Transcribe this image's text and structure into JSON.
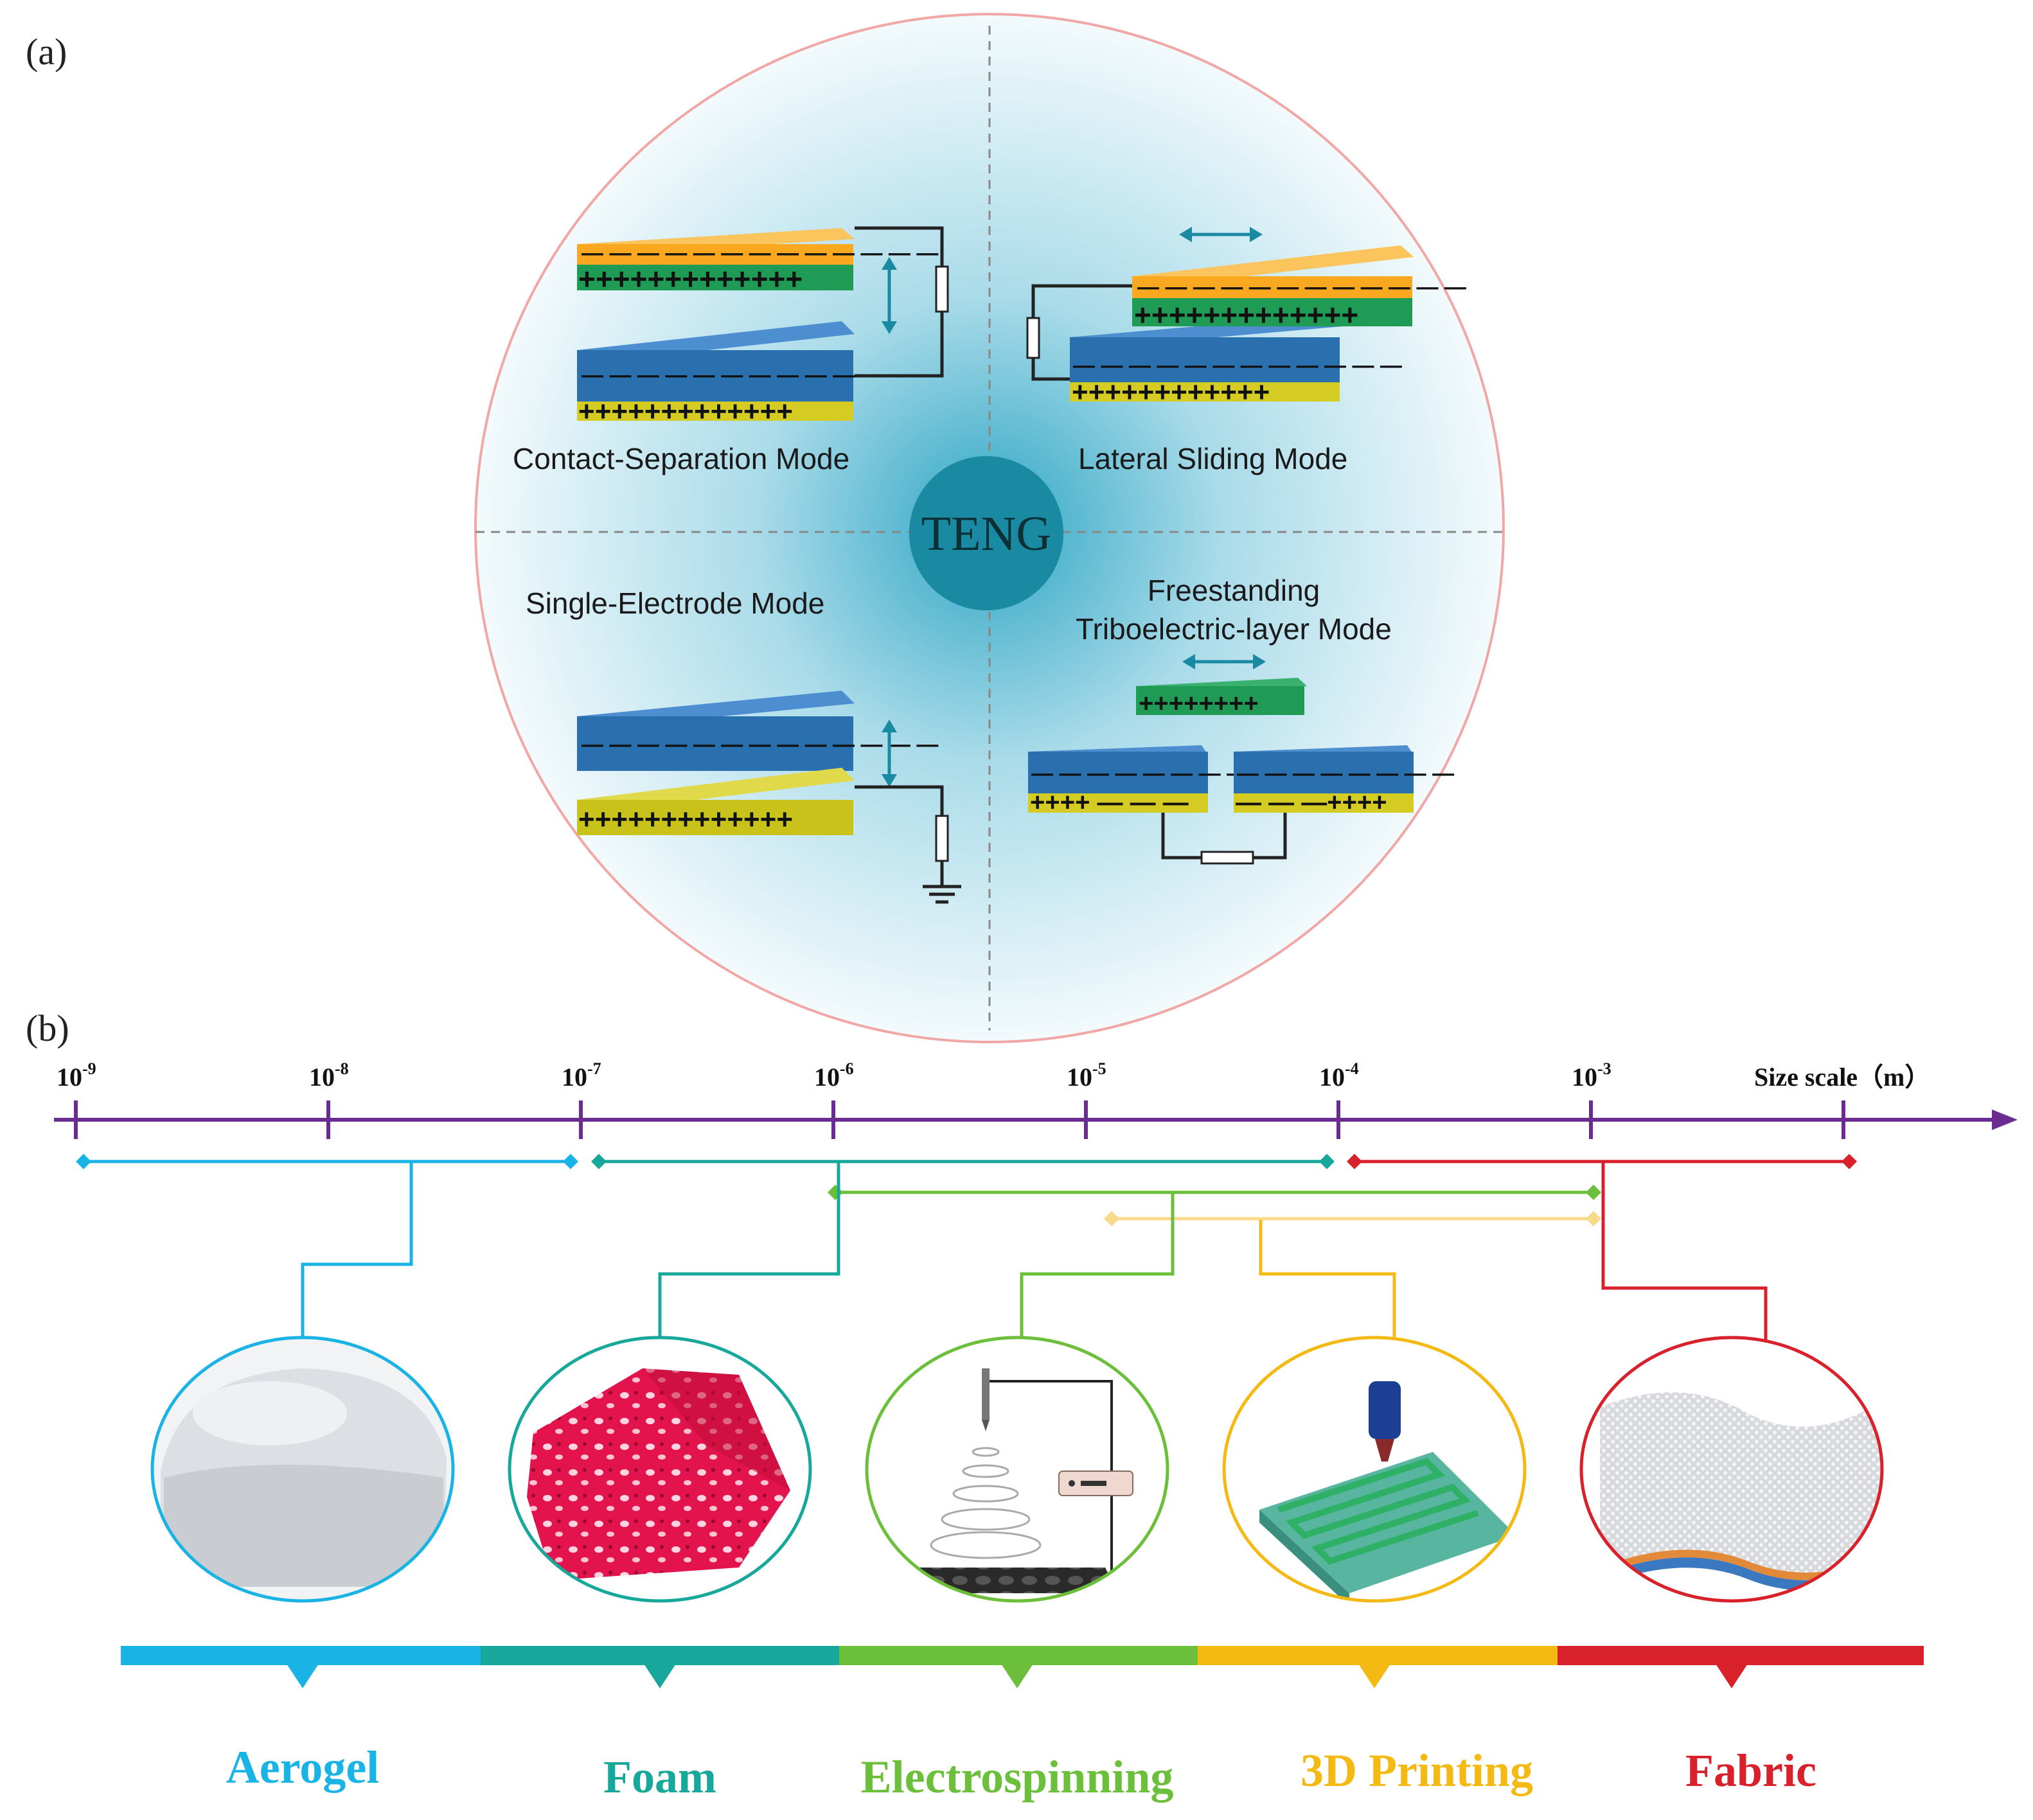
{
  "panel_a": {
    "label": "(a)",
    "center": "TENG",
    "modes": {
      "contact_separation": "Contact-Separation Mode",
      "lateral_sliding": "Lateral Sliding Mode",
      "single_electrode": "Single-Electrode Mode",
      "freestanding_line1": "Freestanding",
      "freestanding_line2": "Triboelectric-layer Mode"
    },
    "colors": {
      "orange": "#f9a81f",
      "green": "#1f9b56",
      "blue": "#2a6fae",
      "yellow": "#c8c21a",
      "teal": "#21899e",
      "circle_border": "#f2a7a7"
    }
  },
  "panel_b": {
    "label": "(b)",
    "axis_title": "Size scale（m）",
    "axis_exponents": [
      -9,
      -8,
      -7,
      -6,
      -5,
      -4,
      -3
    ],
    "technologies": [
      {
        "name": "Aerogel",
        "color": "#1ab3e6",
        "range": [
          -9,
          -7
        ]
      },
      {
        "name": "Foam",
        "color": "#17a79b",
        "range": [
          -7,
          -4
        ]
      },
      {
        "name": "Electrospinning",
        "color": "#6cbf3a",
        "range": [
          -6,
          -3
        ]
      },
      {
        "name": "3D Printing",
        "color": "#f5b914",
        "range": [
          -5,
          -3
        ]
      },
      {
        "name": "Fabric",
        "color": "#d9212b",
        "range": [
          -4,
          -2
        ]
      }
    ],
    "axis_color": "#6a2c90"
  }
}
